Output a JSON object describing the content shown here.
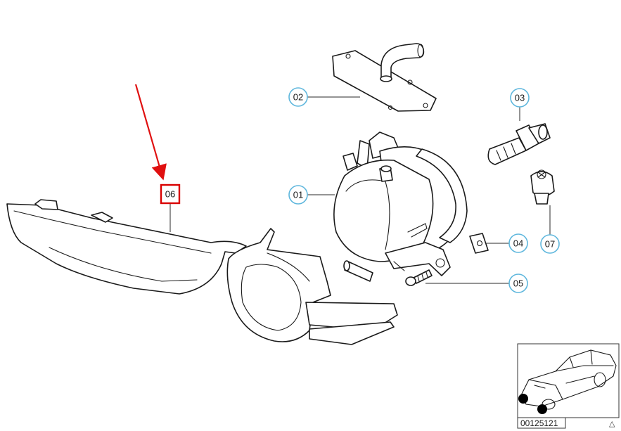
{
  "diagram": {
    "callouts": [
      "01",
      "02",
      "03",
      "04",
      "05",
      "06",
      "07"
    ],
    "selected_part": "06",
    "diagram_number": "00125121",
    "nav_glyph": "△",
    "colors": {
      "callout_ring": "#5fb7dd",
      "selection": "#d90000",
      "arrow": "#e01010",
      "line": "#1a1a1a"
    }
  }
}
